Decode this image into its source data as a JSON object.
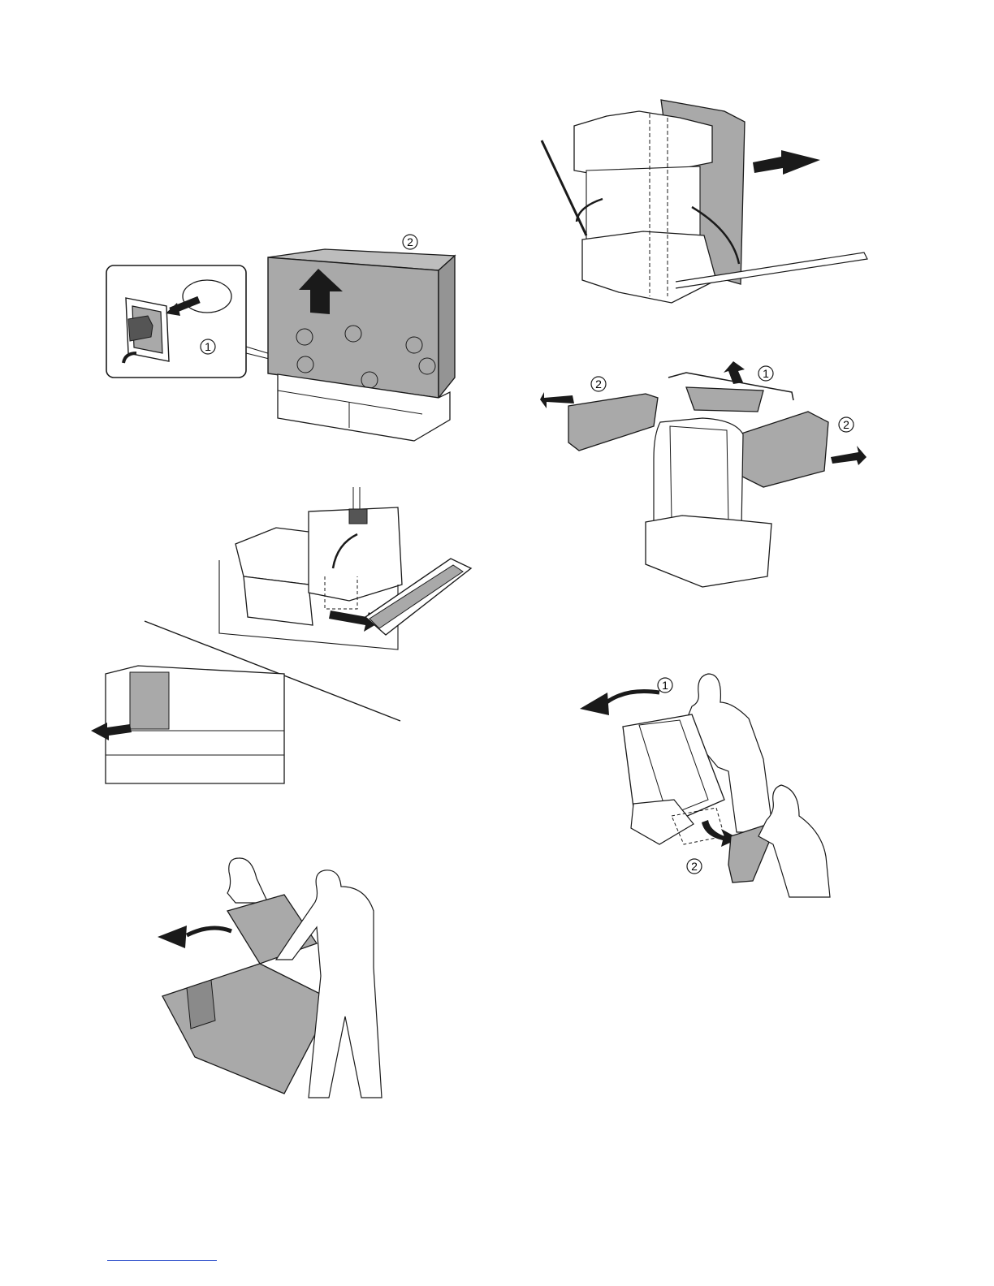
{
  "figures": {
    "fig1": {
      "labels": [
        "1",
        "2"
      ]
    },
    "fig2": {
      "labels": []
    },
    "fig3": {
      "labels": []
    },
    "fig4": {
      "labels": []
    },
    "fig5": {
      "labels": [
        "1",
        "2",
        "2"
      ]
    },
    "fig6": {
      "labels": [
        "1",
        "2"
      ]
    }
  },
  "colors": {
    "packing_gray": "#a9a9a9",
    "line": "#1a1a1a",
    "footer_rule": "#3355cc"
  }
}
